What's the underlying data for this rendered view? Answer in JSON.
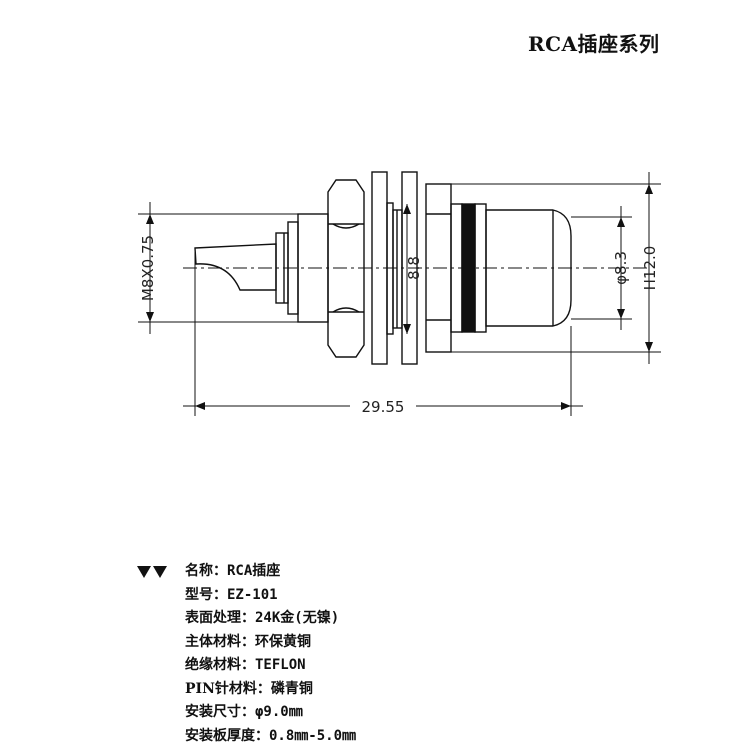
{
  "title": "RCA插座系列",
  "dimensions": {
    "thread": "M8X0.75",
    "hex": "8.8",
    "inner_diameter": "φ8.3",
    "height": "H12.0",
    "length": "29.55"
  },
  "specs": [
    {
      "label": "名称：",
      "value": "RCA插座"
    },
    {
      "label": "型号：",
      "value": "EZ-101"
    },
    {
      "label": "表面处理：",
      "value": "24K金(无镍)"
    },
    {
      "label": "主体材料：",
      "value": "环保黄铜"
    },
    {
      "label": "绝缘材料：",
      "value": "TEFLON"
    },
    {
      "label": "PIN针材料：",
      "value": "磷青铜"
    },
    {
      "label": "安装尺寸：",
      "value": "φ9.0㎜"
    },
    {
      "label": "安装板厚度：",
      "value": "0.8㎜-5.0㎜"
    }
  ]
}
